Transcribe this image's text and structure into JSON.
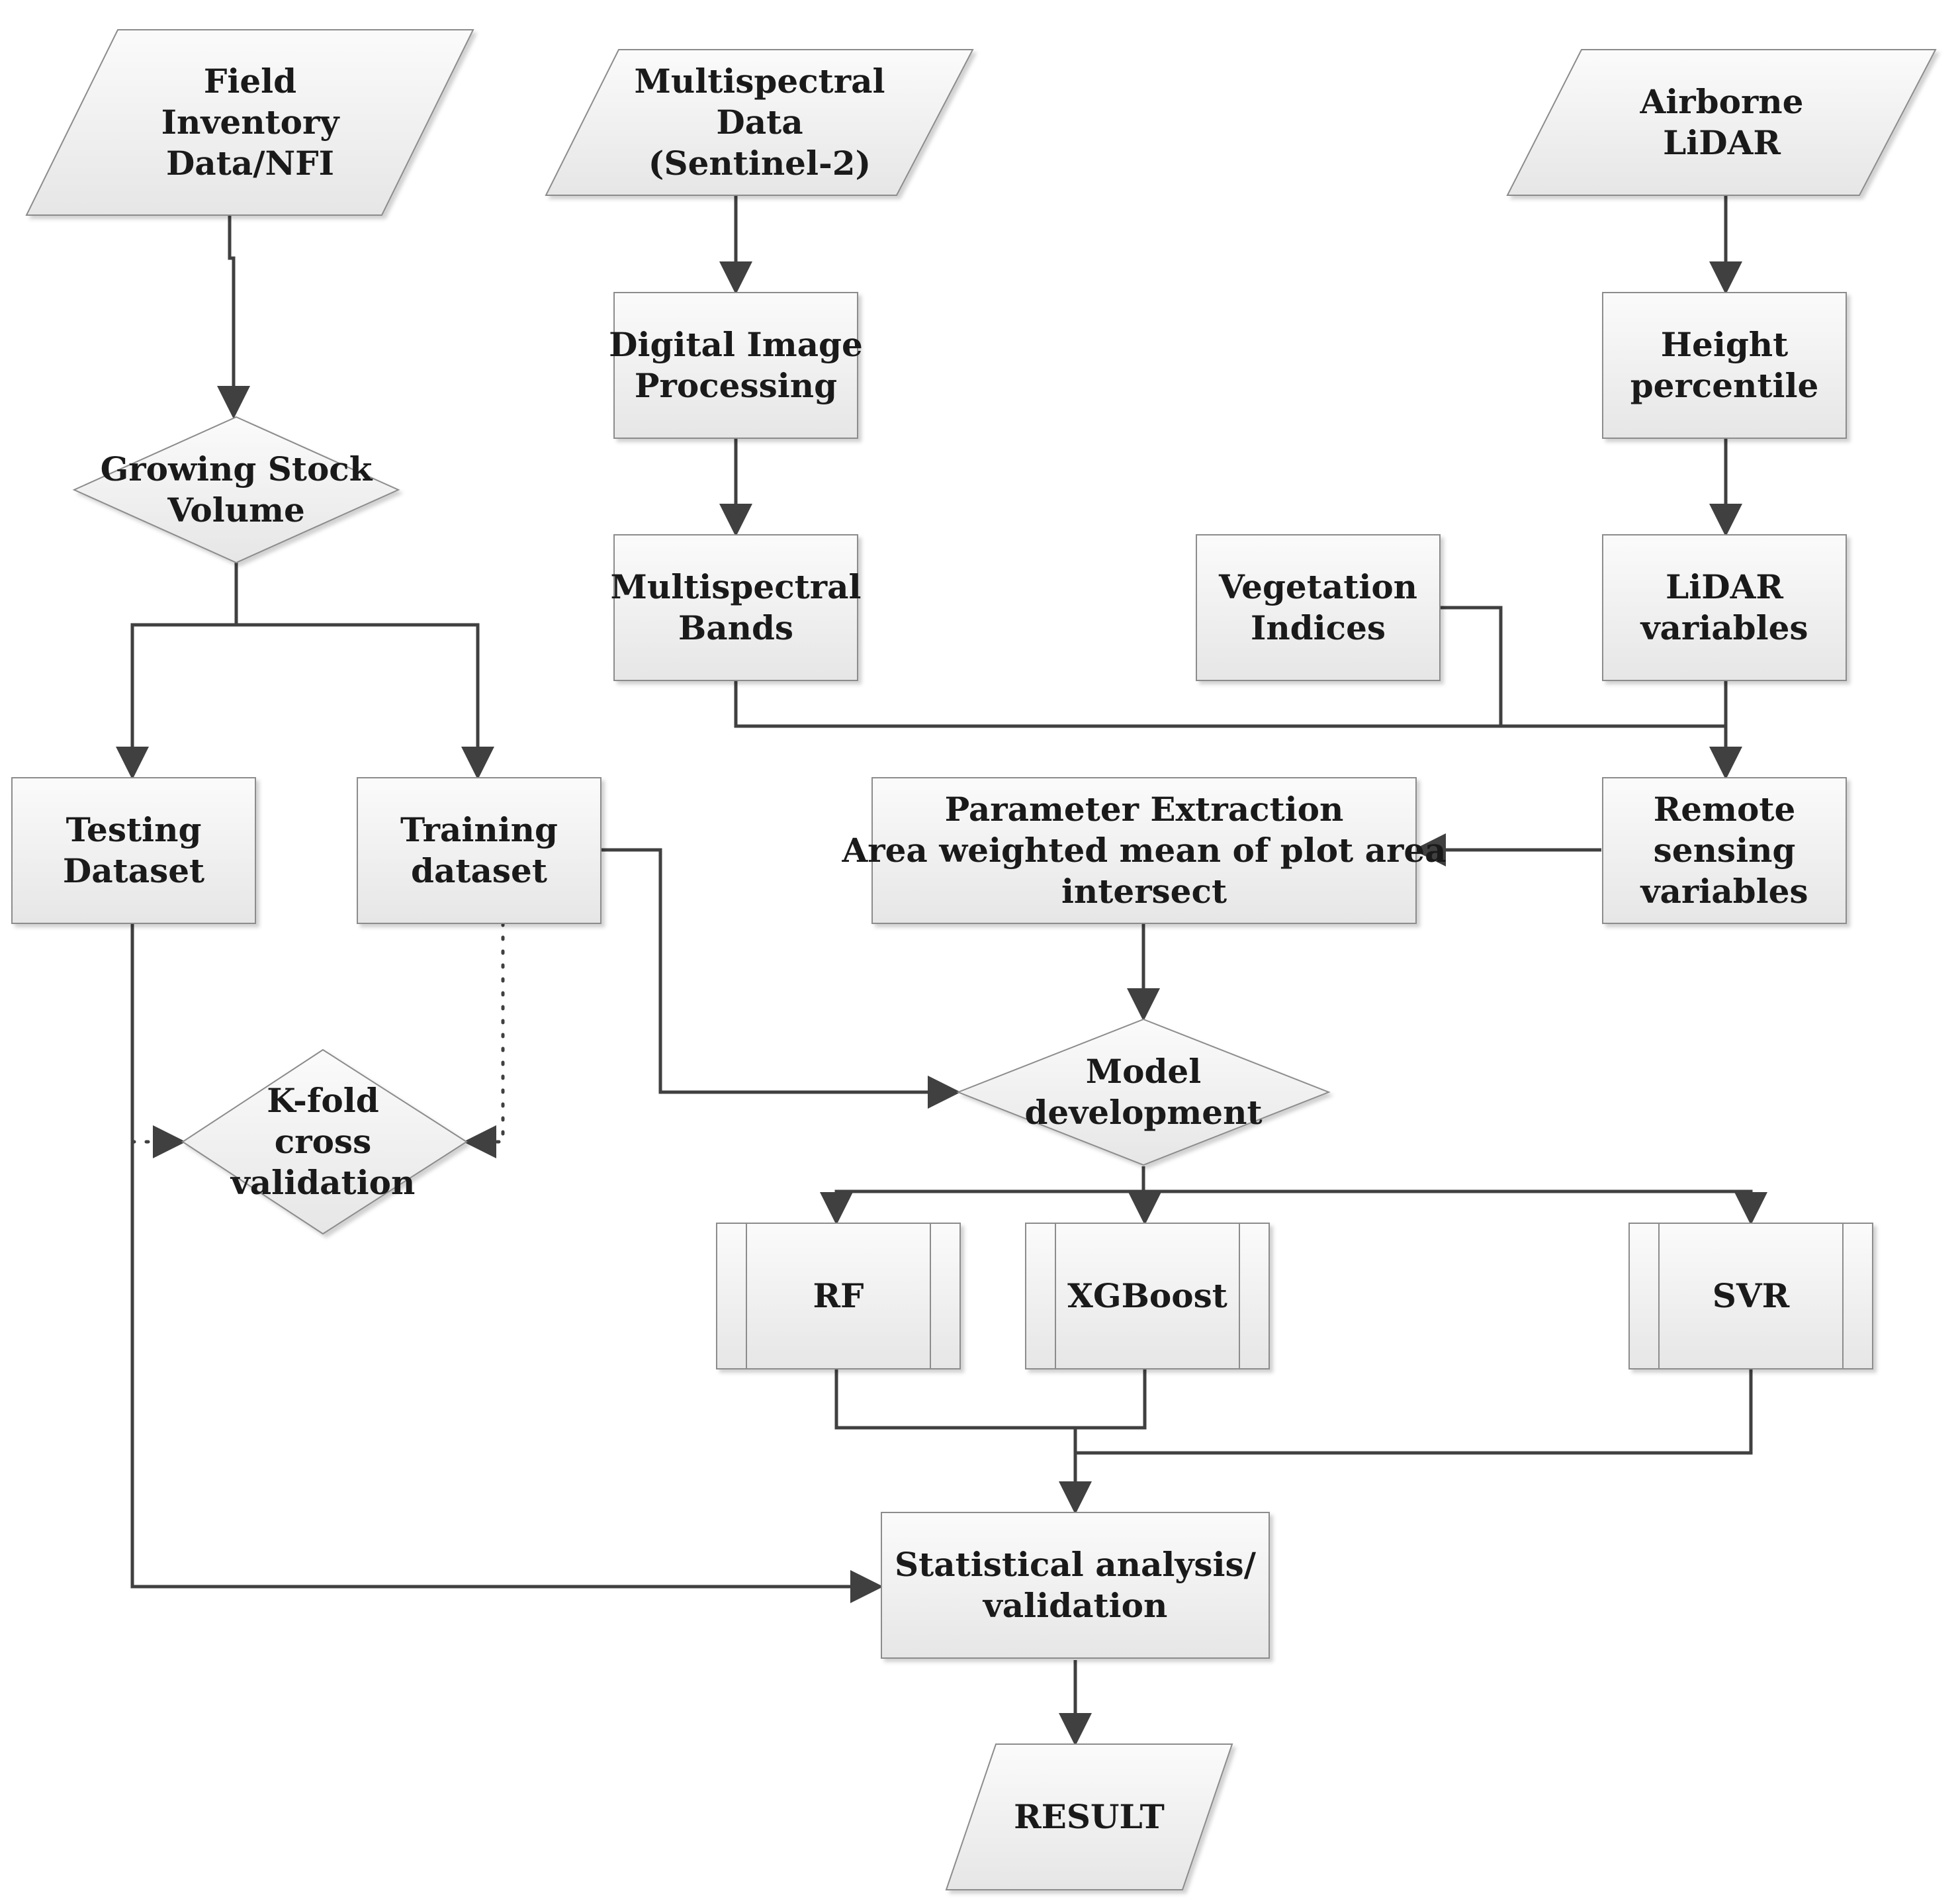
{
  "nodes": {
    "field_inventory": {
      "lines": [
        "Field",
        "Inventory",
        "Data/NFI"
      ]
    },
    "multispectral_data": {
      "lines": [
        "Multispectral",
        "Data",
        "(Sentinel-2)"
      ]
    },
    "airborne_lidar": {
      "lines": [
        "Airborne",
        "LiDAR"
      ]
    },
    "digital_image_processing": {
      "lines": [
        "Digital Image",
        "Processing"
      ]
    },
    "height_percentile": {
      "lines": [
        "Height",
        "percentile"
      ]
    },
    "growing_stock_volume": {
      "lines": [
        "Growing Stock",
        "Volume"
      ]
    },
    "multispectral_bands": {
      "lines": [
        "Multispectral",
        "Bands"
      ]
    },
    "vegetation_indices": {
      "lines": [
        "Vegetation",
        "Indices"
      ]
    },
    "lidar_variables": {
      "lines": [
        "LiDAR",
        "variables"
      ]
    },
    "testing_dataset": {
      "lines": [
        "Testing",
        "Dataset"
      ]
    },
    "training_dataset": {
      "lines": [
        "Training",
        "dataset"
      ]
    },
    "parameter_extraction": {
      "lines": [
        "Parameter Extraction",
        "Area weighted mean of plot area",
        "intersect"
      ]
    },
    "remote_sensing_variables": {
      "lines": [
        "Remote",
        "sensing",
        "variables"
      ]
    },
    "model_development": {
      "lines": [
        "Model",
        "development"
      ]
    },
    "kfold_cross_validation": {
      "lines": [
        "K-fold",
        "cross",
        "validation"
      ]
    },
    "rf": {
      "lines": [
        "RF"
      ]
    },
    "xgboost": {
      "lines": [
        "XGBoost"
      ]
    },
    "svr": {
      "lines": [
        "SVR"
      ]
    },
    "statistical_analysis": {
      "lines": [
        "Statistical analysis/",
        "validation"
      ]
    },
    "result": {
      "lines": [
        "RESULT"
      ]
    }
  },
  "style": {
    "node_fill_top": "#fbfbfb",
    "node_fill_bottom": "#e6e6e6",
    "node_stroke": "#8c8c8c",
    "edge_color": "#404040",
    "text_color": "#1a1a1a"
  }
}
